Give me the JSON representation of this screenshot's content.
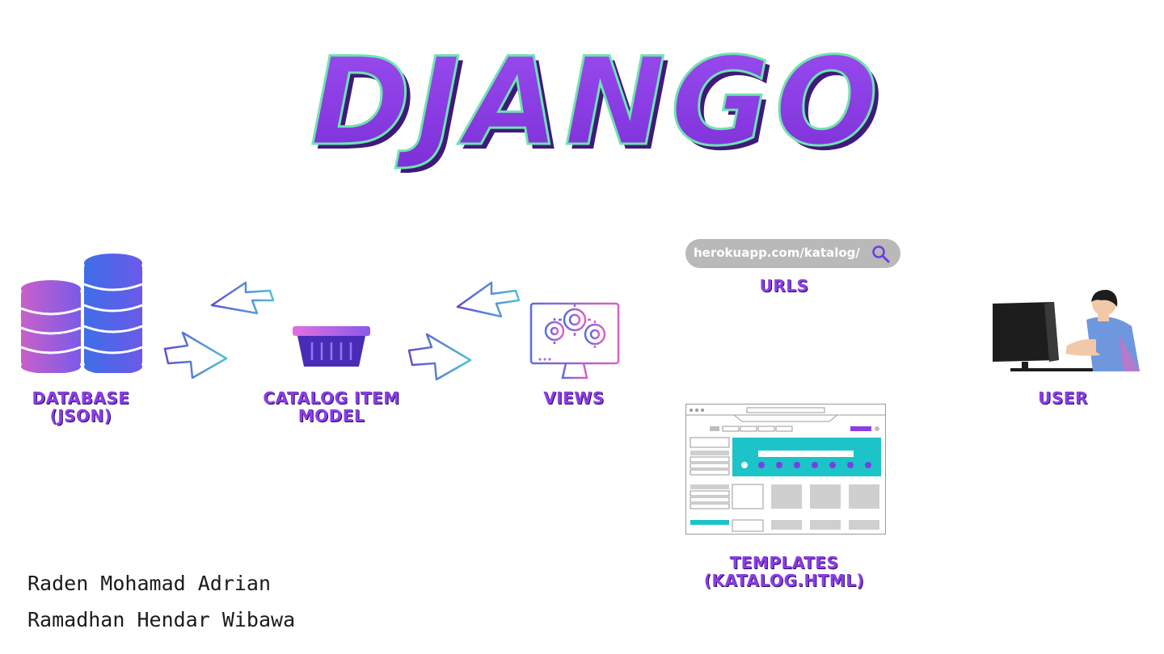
{
  "title": "DJANGO",
  "nodes": {
    "database": {
      "line1": "DATABASE",
      "line2": "(JSON)"
    },
    "model": {
      "line1": "CATALOG ITEM",
      "line2": "MODEL"
    },
    "views": {
      "line1": "VIEWS"
    },
    "urls": {
      "line1": "URLS"
    },
    "templates": {
      "line1": "TEMPLATES",
      "line2": "(KATALOG.HTML)"
    },
    "user": {
      "line1": "USER"
    }
  },
  "url_bar": {
    "text": "herokuapp.com/katalog/",
    "icon": "search-icon"
  },
  "authors": [
    "Raden Mohamad Adrian",
    "Ramadhan Hendar Wibawa"
  ],
  "colors": {
    "accent": "#8b3ee6",
    "title_outline": "#6fe3b0",
    "teal": "#1cc3c9",
    "bar_grey": "#b9b9b9"
  }
}
